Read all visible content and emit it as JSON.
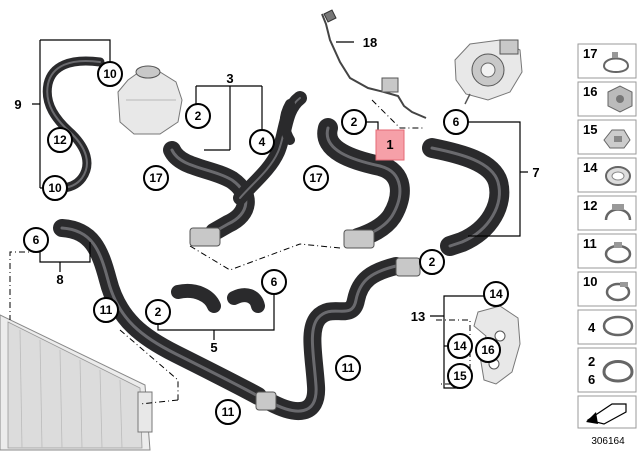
{
  "figure": {
    "reference_number": "306164"
  },
  "callouts": {
    "c10a": "10",
    "c10b": "10",
    "c12": "12",
    "c2a": "2",
    "c4": "4",
    "c17a": "17",
    "c2b": "2",
    "c6a": "6",
    "c17b": "17",
    "c6b": "6",
    "c2c": "2",
    "c11a": "11",
    "c2d": "2",
    "c6c": "6",
    "c11b": "11",
    "c11c": "11",
    "c14a": "14",
    "c14b": "14",
    "c16": "16",
    "c15": "15"
  },
  "labels": {
    "l9": "9",
    "l3": "3",
    "l18": "18",
    "l1": "1",
    "l7": "7",
    "l8": "8",
    "l5": "5",
    "l13": "13"
  },
  "legend": {
    "items": [
      {
        "label": "17",
        "icon": "hose-clamp-icon"
      },
      {
        "label": "16",
        "icon": "hex-nut-icon"
      },
      {
        "label": "15",
        "icon": "bracket-clip-icon"
      },
      {
        "label": "14",
        "icon": "band-clamp-icon"
      },
      {
        "label": "12",
        "icon": "spring-clip-icon"
      },
      {
        "label": "11",
        "icon": "hose-clamp-icon"
      },
      {
        "label": "10",
        "icon": "hose-clamp-icon"
      },
      {
        "label": "4",
        "label2": "",
        "icon": "spring-clip-icon"
      },
      {
        "label": "2",
        "label2": "6",
        "icon": "spring-clip-icon"
      }
    ]
  },
  "colors": {
    "hose": "#2a2a2c",
    "highlight": "#f6a0a8"
  }
}
